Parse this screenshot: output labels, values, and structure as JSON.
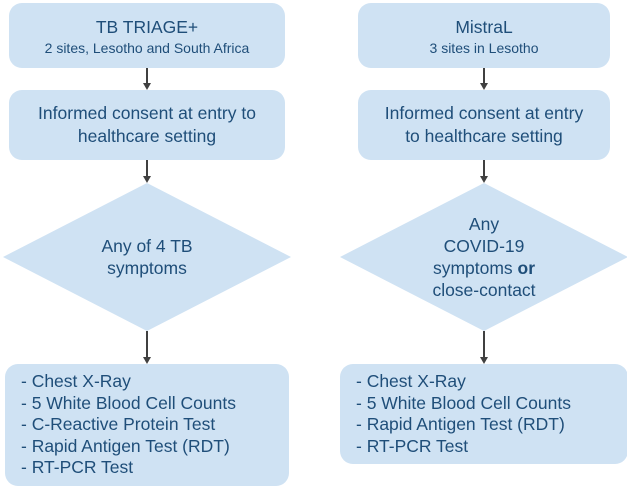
{
  "colors": {
    "box_fill": "#cfe2f3",
    "text": "#1f4e79",
    "arrow": "#404040",
    "background": "#ffffff"
  },
  "columns": [
    {
      "name": "TB TRIAGE+",
      "top_box": {
        "title": "TB TRIAGE+",
        "subtitle": "2 sites, Lesotho and South Africa"
      },
      "consent_box": {
        "line1": "Informed consent at entry to",
        "line2": "healthcare setting"
      },
      "diamond": {
        "line1": "Any of 4 TB",
        "line2": "symptoms"
      },
      "tests": [
        "- Chest X-Ray",
        "- 5 White Blood Cell Counts",
        "- C-Reactive Protein Test",
        "- Rapid Antigen Test (RDT)",
        "- RT-PCR Test"
      ]
    },
    {
      "name": "MistraL",
      "top_box": {
        "title": "MistraL",
        "subtitle": "3 sites in Lesotho"
      },
      "consent_box": {
        "line1": "Informed consent at entry",
        "line2": "to healthcare setting"
      },
      "diamond": {
        "line1": "Any",
        "line2": "COVID-19",
        "line3_prefix": "symptoms ",
        "line3_bold": "or",
        "line4": "close-contact"
      },
      "tests": [
        "- Chest X-Ray",
        "- 5 White Blood Cell Counts",
        "- Rapid Antigen Test (RDT)",
        "- RT-PCR Test"
      ]
    }
  ]
}
